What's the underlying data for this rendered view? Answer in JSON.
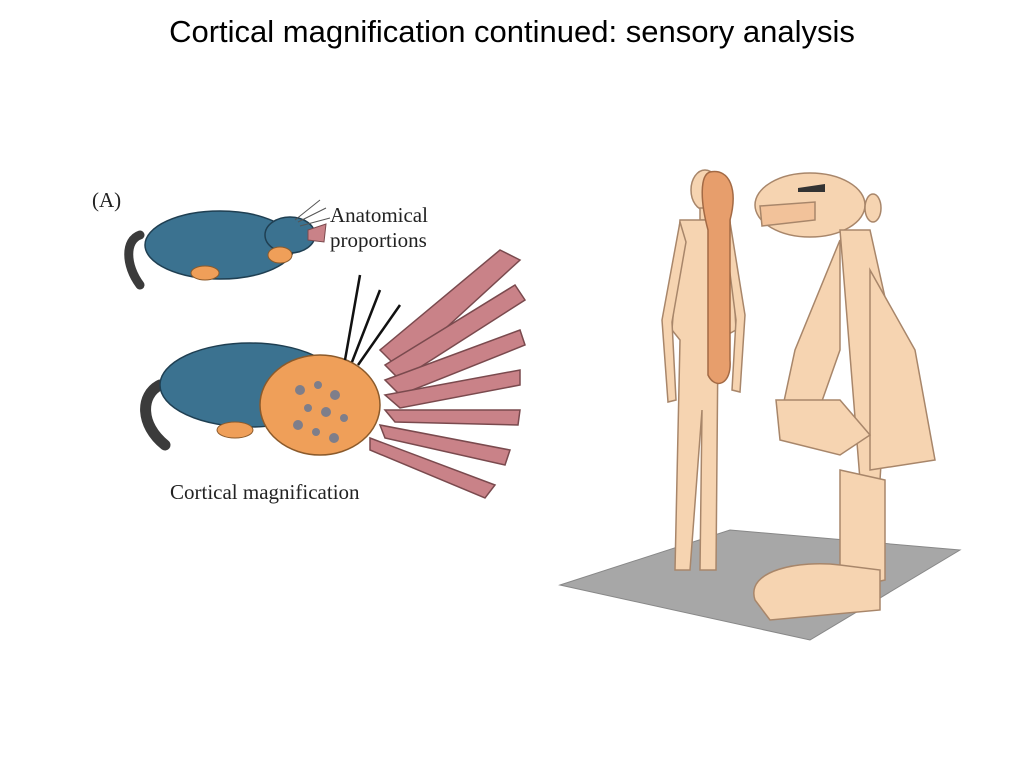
{
  "slide": {
    "title": "Cortical magnification continued: sensory analysis"
  },
  "mole_figure": {
    "panel_label": "(A)",
    "anatomical_label_line1": "Anatomical",
    "anatomical_label_line2": "proportions",
    "magnification_label": "Cortical magnification"
  },
  "colors": {
    "mole_fur": "#3b7290",
    "mole_tail": "#3b3b3b",
    "nose_pink": "#c98288",
    "paw_orange": "#ef9f59",
    "homunculus_skin": "#f6d4b1",
    "homunculus_outline": "#a8866a",
    "floor_gray": "#a7a7a7"
  }
}
